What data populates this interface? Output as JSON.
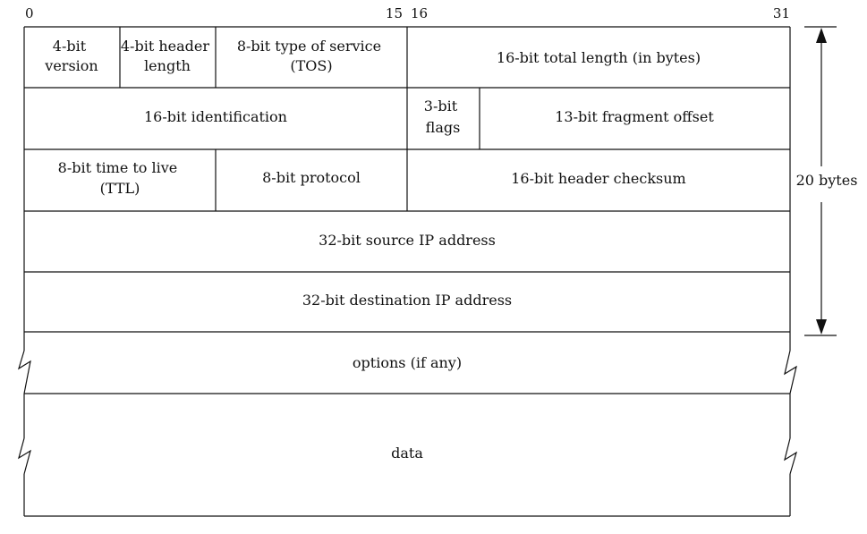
{
  "bit_positions": {
    "start": "0",
    "mid_end": "15",
    "mid_start": "16",
    "end": "31"
  },
  "fields": {
    "version": [
      "4-bit",
      "version"
    ],
    "header_length": [
      "4-bit header",
      "length"
    ],
    "tos": [
      "8-bit type of service",
      "(TOS)"
    ],
    "total_length": [
      "16-bit total length (in bytes)"
    ],
    "identification": [
      "16-bit identification"
    ],
    "flags": [
      "3-bit",
      "flags"
    ],
    "fragment_offset": [
      "13-bit fragment offset"
    ],
    "ttl": [
      "8-bit time to live",
      "(TTL)"
    ],
    "protocol": [
      "8-bit protocol"
    ],
    "header_checksum": [
      "16-bit header checksum"
    ],
    "source_ip": [
      "32-bit source IP address"
    ],
    "destination_ip": [
      "32-bit destination IP address"
    ],
    "options": [
      "options (if any)"
    ],
    "data": [
      "data"
    ]
  },
  "header_size_label": "20 bytes"
}
